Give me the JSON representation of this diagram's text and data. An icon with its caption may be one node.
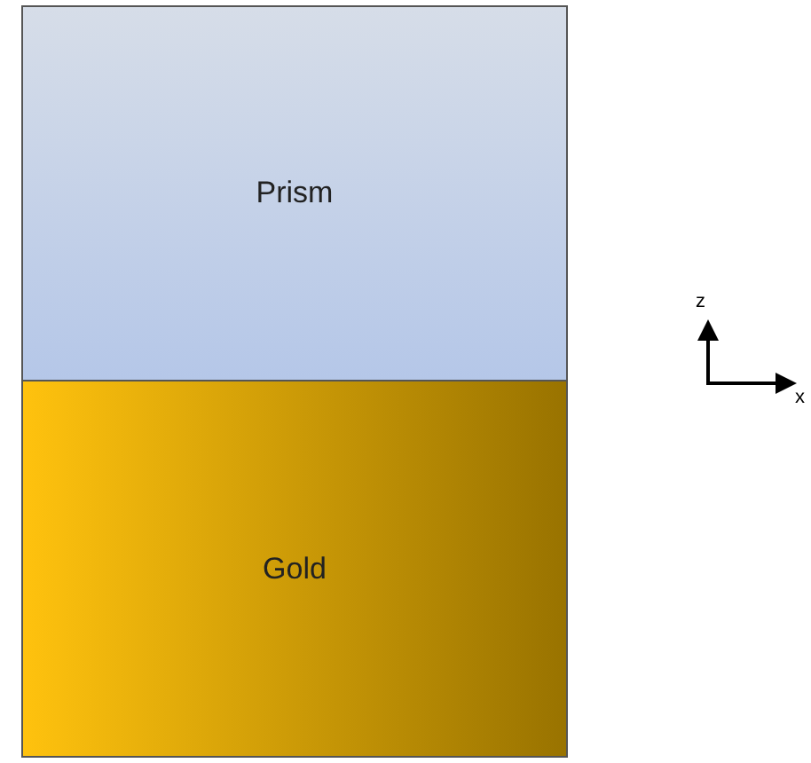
{
  "diagram": {
    "nodes": [
      {
        "text": [
          "Prism"
        ]
      },
      {
        "text": [
          "Gold"
        ]
      }
    ],
    "labels": [
      "z",
      "x"
    ]
  }
}
